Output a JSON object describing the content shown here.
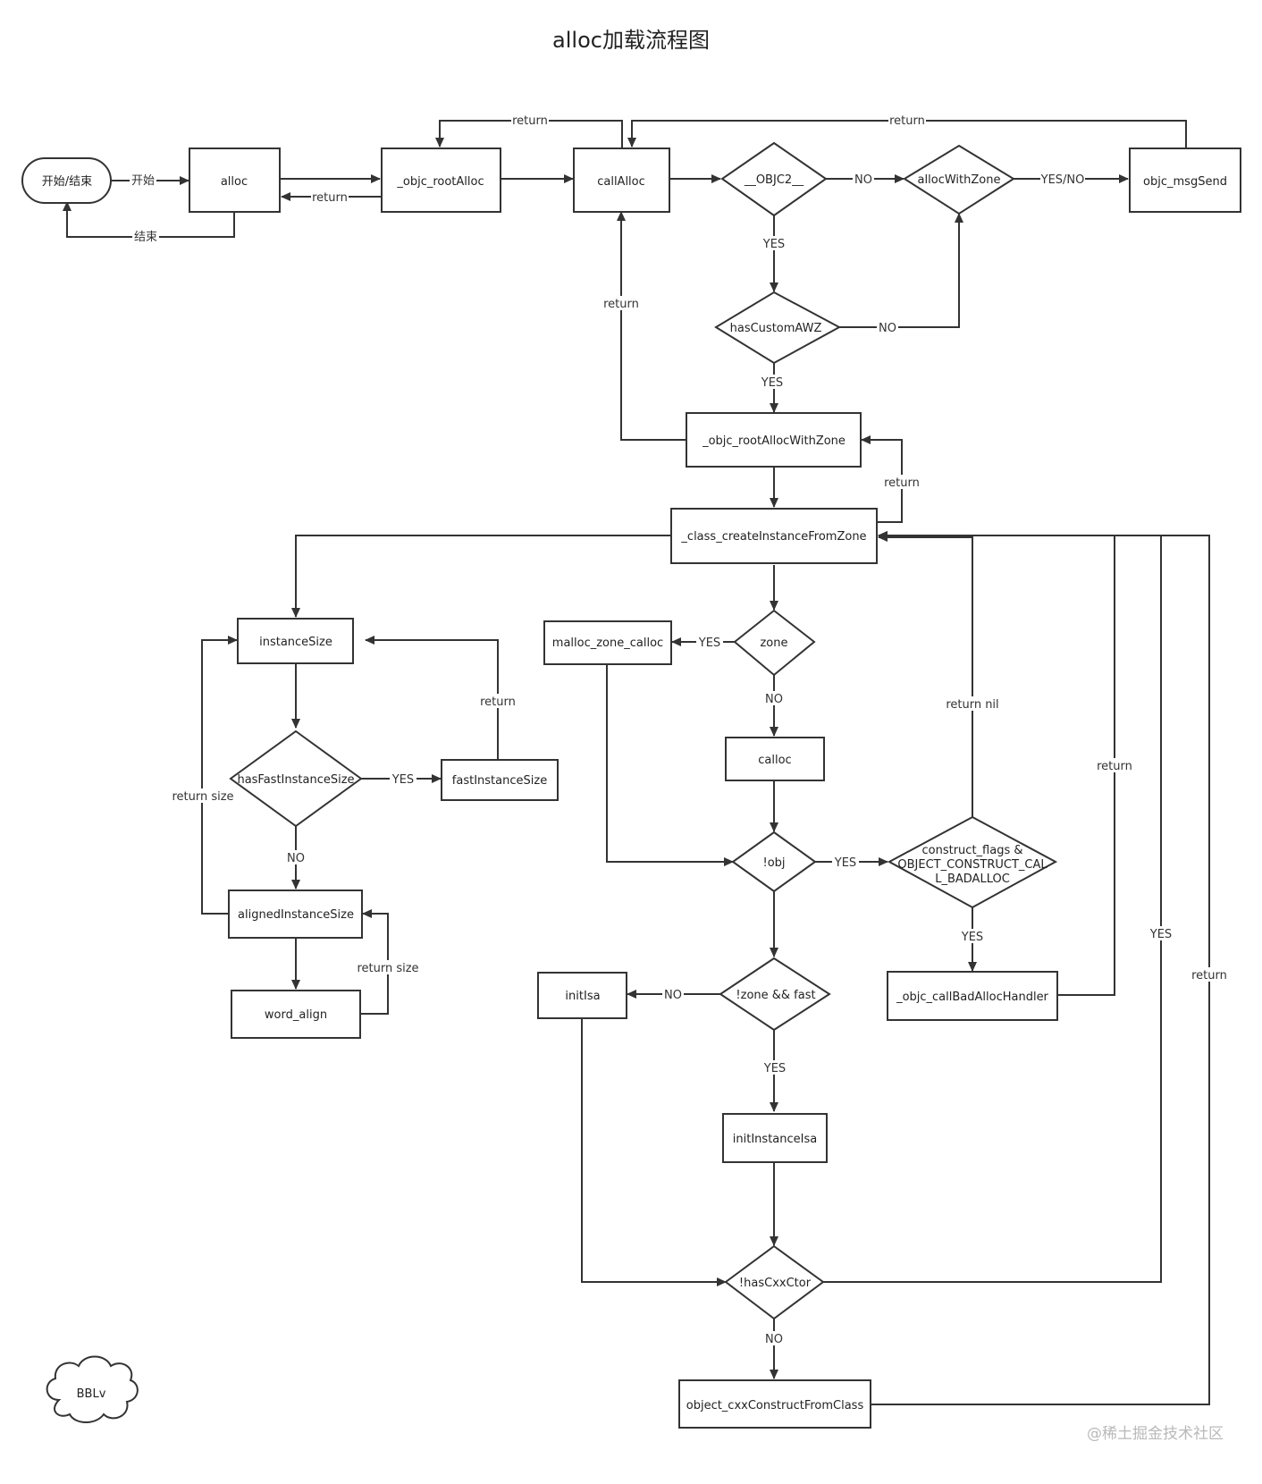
{
  "title": "alloc加载流程图",
  "watermark": "@稀土掘金技术社区",
  "cloud_text": "BBLv",
  "nodes": {
    "start_end": "开始/结束",
    "alloc": "alloc",
    "objc_rootAlloc": "_objc_rootAlloc",
    "callAlloc": "callAlloc",
    "objc2": "__OBJC2__",
    "allocWithZone": "allocWithZone",
    "objc_msgSend": "objc_msgSend",
    "hasCustomAWZ": "hasCustomAWZ",
    "objc_rootAllocWithZone": "_objc_rootAllocWithZone",
    "class_createInstanceFromZone": "_class_createInstanceFromZone",
    "instanceSize": "instanceSize",
    "hasFastInstanceSize": "hasFastInstanceSize",
    "fastInstanceSize": "fastInstanceSize",
    "alignedInstanceSize": "alignedInstanceSize",
    "word_align": "word_align",
    "malloc_zone_calloc": "malloc_zone_calloc",
    "zone": "zone",
    "calloc": "calloc",
    "not_obj": "!obj",
    "construct_flags_1": "construct_flags &",
    "construct_flags_2": "OBJECT_CONSTRUCT_CAL",
    "construct_flags_3": "L_BADALLOC",
    "objc_callBadAllocHandler": "_objc_callBadAllocHandler",
    "initIsa": "initIsa",
    "not_zone_fast": "!zone && fast",
    "initInstanceIsa": "initInstanceIsa",
    "not_hasCxxCtor": "!hasCxxCtor",
    "object_cxxConstructFromClass": "object_cxxConstructFromClass"
  },
  "edge_labels": {
    "start": "开始",
    "end": "结束",
    "ret_alloc": "return",
    "ret_top1": "return",
    "ret_top2": "return",
    "no_objc2": "NO",
    "yes_no_awz": "YES/NO",
    "yes_objc2": "YES",
    "no_awz": "NO",
    "yes_awz": "YES",
    "ret_callalloc": "return",
    "ret_withzone": "return",
    "ret_fast": "return",
    "yes_fast": "YES",
    "ret_size": "return size",
    "no_fast": "NO",
    "ret_size_word": "return size",
    "yes_zone": "YES",
    "no_zone": "NO",
    "yes_obj": "YES",
    "ret_nil": "return nil",
    "yes_flags": "YES",
    "ret_bad": "return",
    "no_zonefast": "NO",
    "yes_zonefast": "YES",
    "yes_cxx": "YES",
    "no_cxx": "NO",
    "ret_cxx": "return"
  }
}
